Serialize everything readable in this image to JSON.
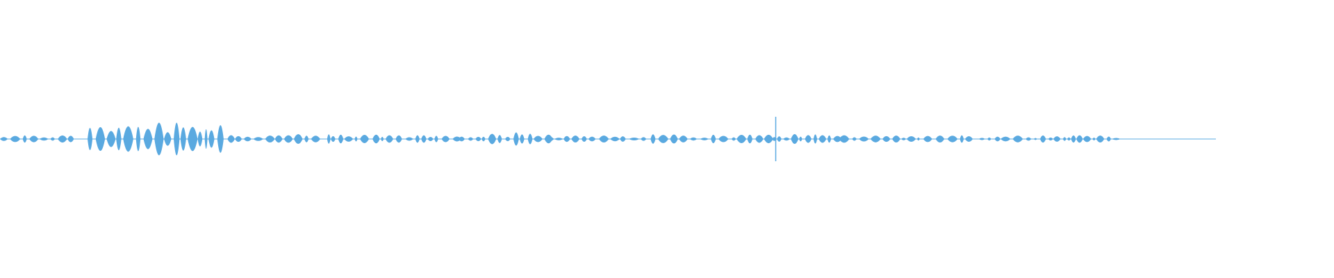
{
  "waveform": {
    "color": "#5aa9e0",
    "segments": [
      {
        "start": 0.0,
        "end": 0.06,
        "peak": 0.18
      },
      {
        "start": 0.072,
        "end": 0.183,
        "peak": 0.95
      },
      {
        "start": 0.187,
        "end": 0.265,
        "peak": 0.22
      },
      {
        "start": 0.269,
        "end": 0.377,
        "peak": 0.22
      },
      {
        "start": 0.377,
        "end": 0.448,
        "peak": 0.3
      },
      {
        "start": 0.449,
        "end": 0.53,
        "peak": 0.22
      },
      {
        "start": 0.535,
        "end": 0.63,
        "peak": 0.22
      },
      {
        "start": 0.635,
        "end": 0.69,
        "peak": 0.24
      },
      {
        "start": 0.69,
        "end": 0.802,
        "peak": 0.2
      },
      {
        "start": 0.805,
        "end": 0.918,
        "peak": 0.18
      }
    ],
    "spike": {
      "at": 0.638,
      "peak": 1.0
    }
  }
}
